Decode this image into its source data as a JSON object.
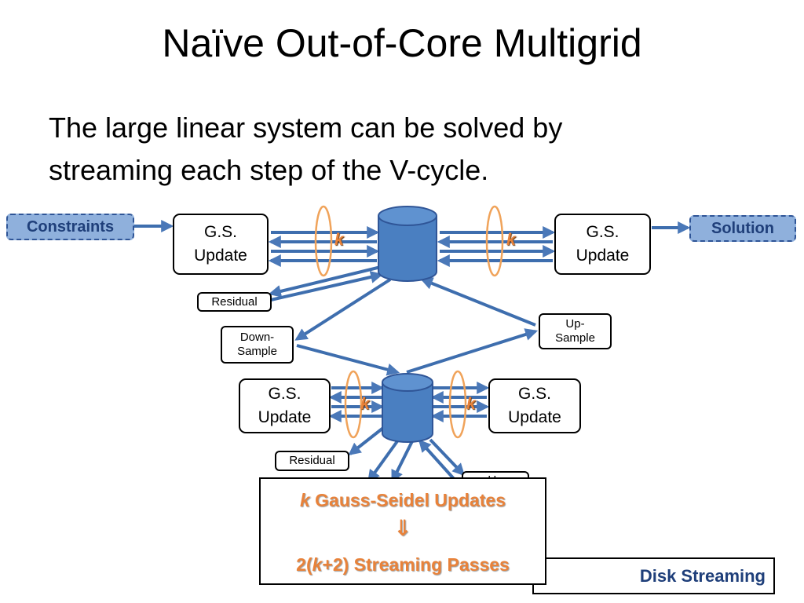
{
  "slide": {
    "title": "Naïve Out-of-Core Multigrid",
    "body_line1": "The large linear system can be solved by",
    "body_line2": "streaming each step of the V-cycle."
  },
  "diagram": {
    "input_label": "Constraints",
    "output_label": "Solution",
    "gs_update_line1": "G.S.",
    "gs_update_line2": "Update",
    "residual_label": "Residual",
    "down_sample_line1": "Down-",
    "down_sample_line2": "Sample",
    "up_sample_line1": "Up-",
    "up_sample_line2": "Sample",
    "up_sample_partial": "Up",
    "k_label": "k"
  },
  "summary": {
    "k": "k",
    "line1_rest": " Gauss-Seidel Updates",
    "implies": "⇓",
    "line2_pre": "2(",
    "line2_k": "k",
    "line2_post": "+2) Streaming Passes"
  },
  "legend": {
    "label": "Disk Streaming"
  },
  "colors": {
    "stream_arrow": "#4a78b8",
    "database": "#4a7fc1",
    "k_loop": "#f0a35a",
    "k_text": "#e8823a",
    "tag_fill": "#8fb0dc",
    "legend_text": "#1f3f7a"
  }
}
